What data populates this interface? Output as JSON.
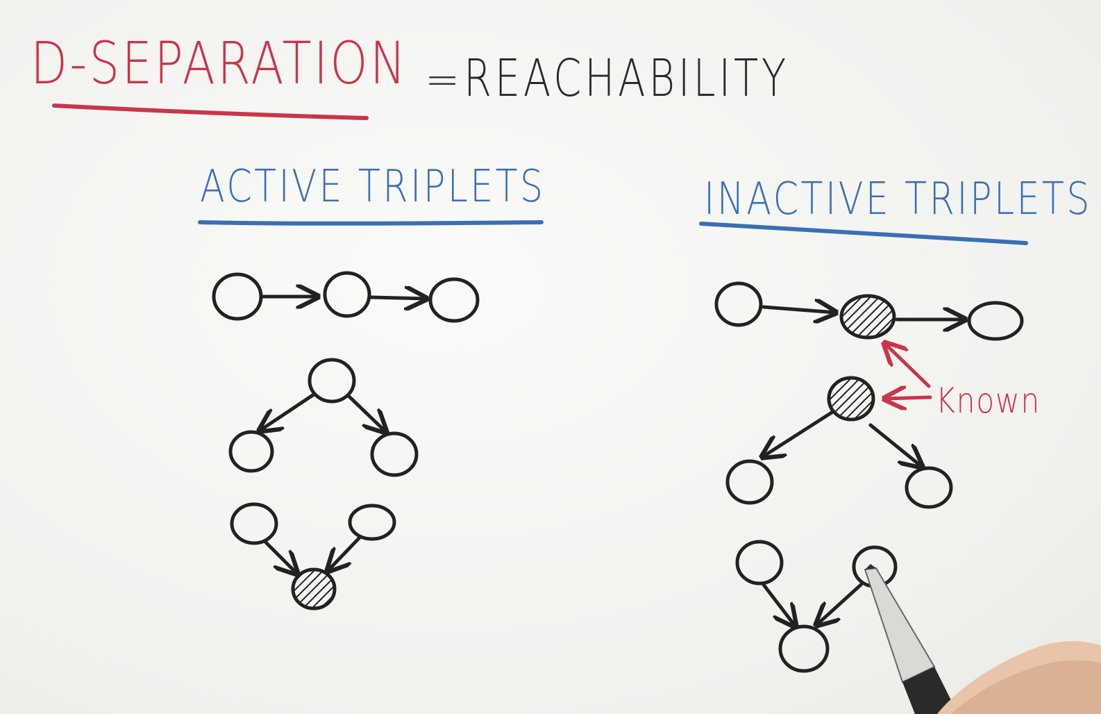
{
  "header": {
    "title": "D-SEPARATION",
    "equals": "=",
    "subtitle": "REACHABILITY"
  },
  "sections": {
    "active": {
      "heading": "ACTIVE TRIPLETS"
    },
    "inactive": {
      "heading": "INACTIVE TRIPLETS"
    }
  },
  "annotation": {
    "label": "Known"
  },
  "colors": {
    "red": "#c9354a",
    "blue": "#3a6fb5",
    "ink": "#222222"
  }
}
